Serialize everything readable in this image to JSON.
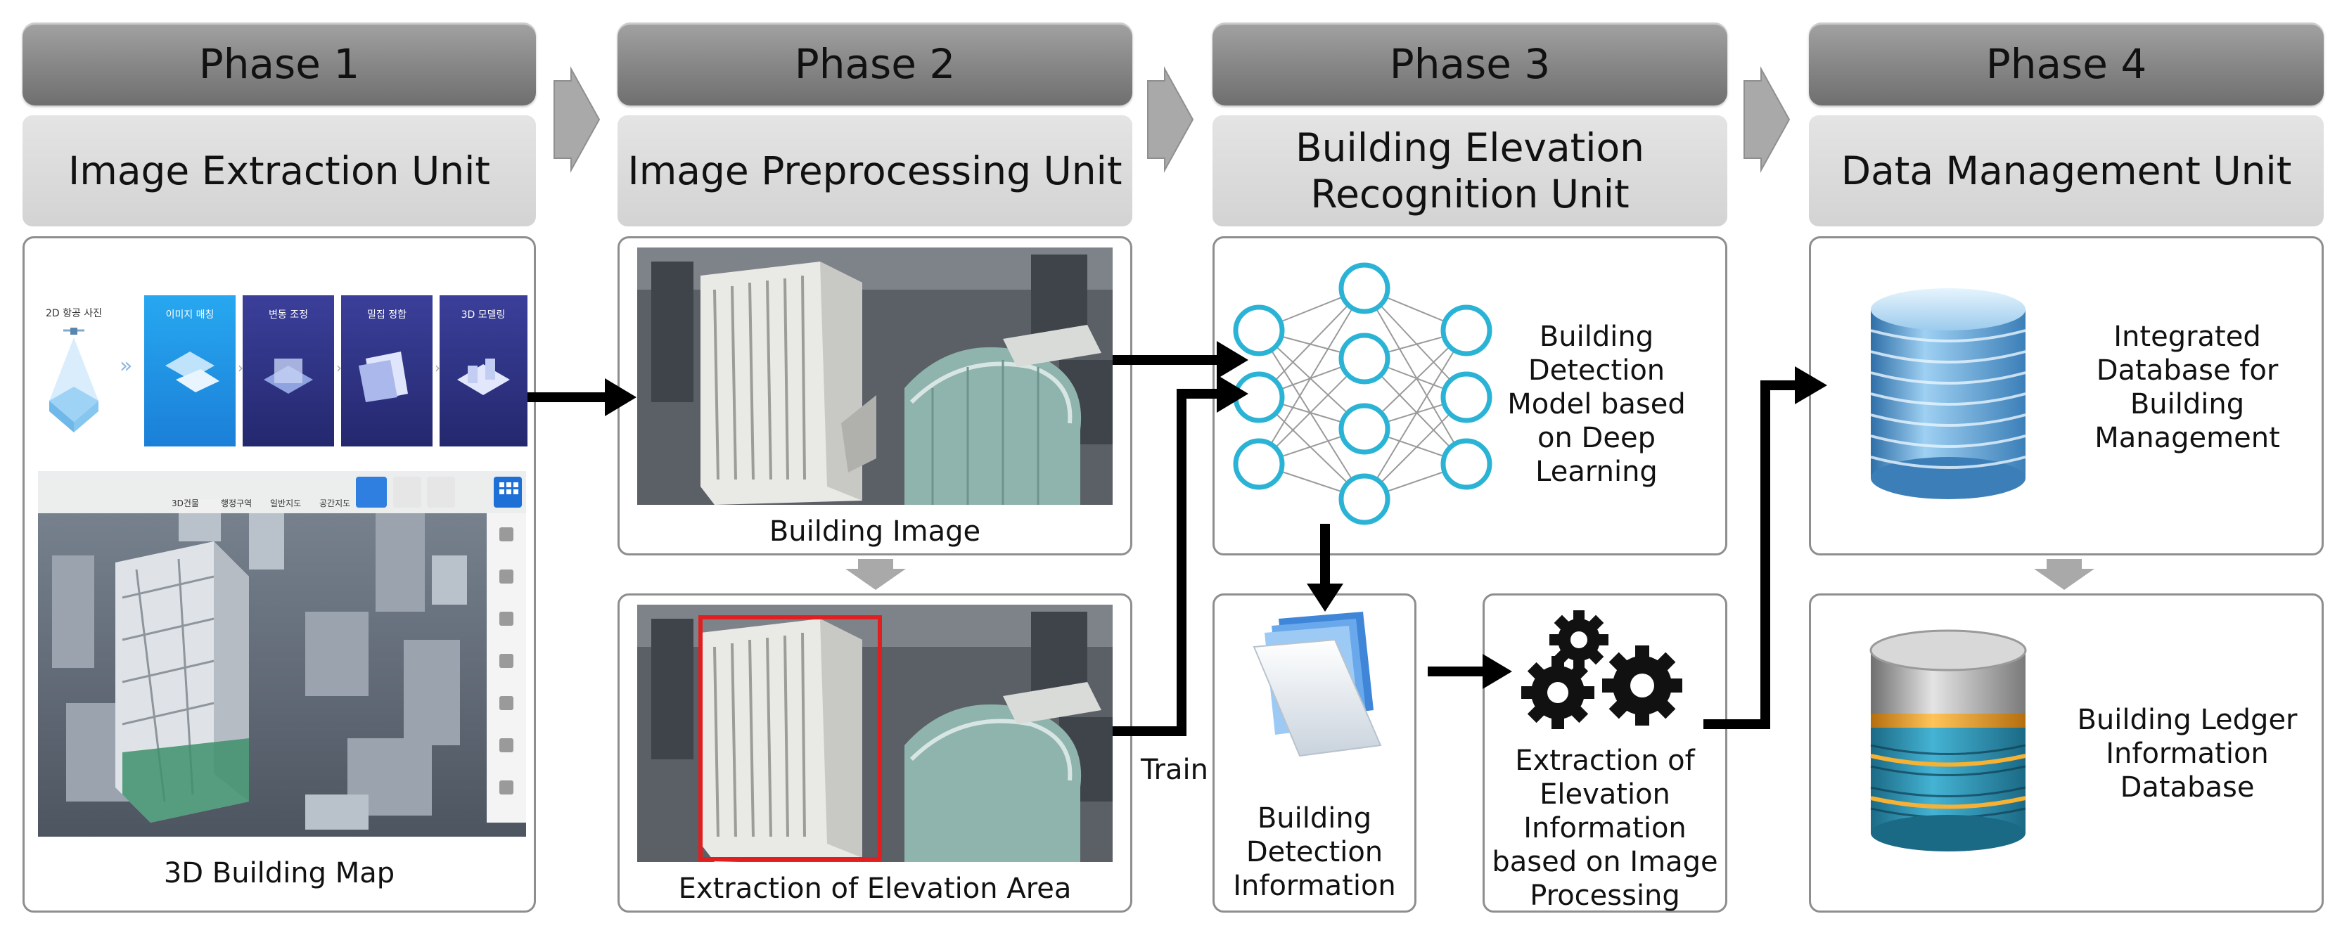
{
  "phases": [
    {
      "title": "Phase 1",
      "unit": "Image Extraction Unit"
    },
    {
      "title": "Phase 2",
      "unit": "Image Preprocessing Unit"
    },
    {
      "title": "Phase 3",
      "unit": "Building Elevation Recognition Unit"
    },
    {
      "title": "Phase 4",
      "unit": "Data Management Unit"
    }
  ],
  "phase1": {
    "caption": "3D Building Map",
    "workflow_label": "2D 항공 사진",
    "steps": [
      "이미지 매칭",
      "변동 조정",
      "밀집 정합",
      "3D 모델링"
    ],
    "map_tabs": [
      "3D건물",
      "행정구역",
      "일반지도",
      "공간지도"
    ]
  },
  "phase2": {
    "building_caption": "Building Image",
    "extraction_caption": "Extraction of Elevation Area",
    "train_label": "Train"
  },
  "phase3": {
    "model_caption": "Building Detection Model based on Deep Learning",
    "detection_caption": "Building Detection Information",
    "processing_caption": "Extraction of Elevation Information based on Image Processing"
  },
  "phase4": {
    "integrated_caption": "Integrated Database for Building Management",
    "ledger_caption": "Building Ledger Information Database"
  },
  "colors": {
    "phase_header": "#8a8a8a",
    "unit_bg": "#dcdcdc",
    "neuron": "#2bb3d6",
    "db_blue": "#5ea7d9",
    "db_orange": "#f0a21f",
    "db_teal": "#2c8fa5",
    "highlight": "#e02020"
  },
  "icons": [
    "right-arrow-icon",
    "down-arrow-icon",
    "neural-network-icon",
    "folder-icon",
    "gears-icon",
    "database-icon"
  ]
}
